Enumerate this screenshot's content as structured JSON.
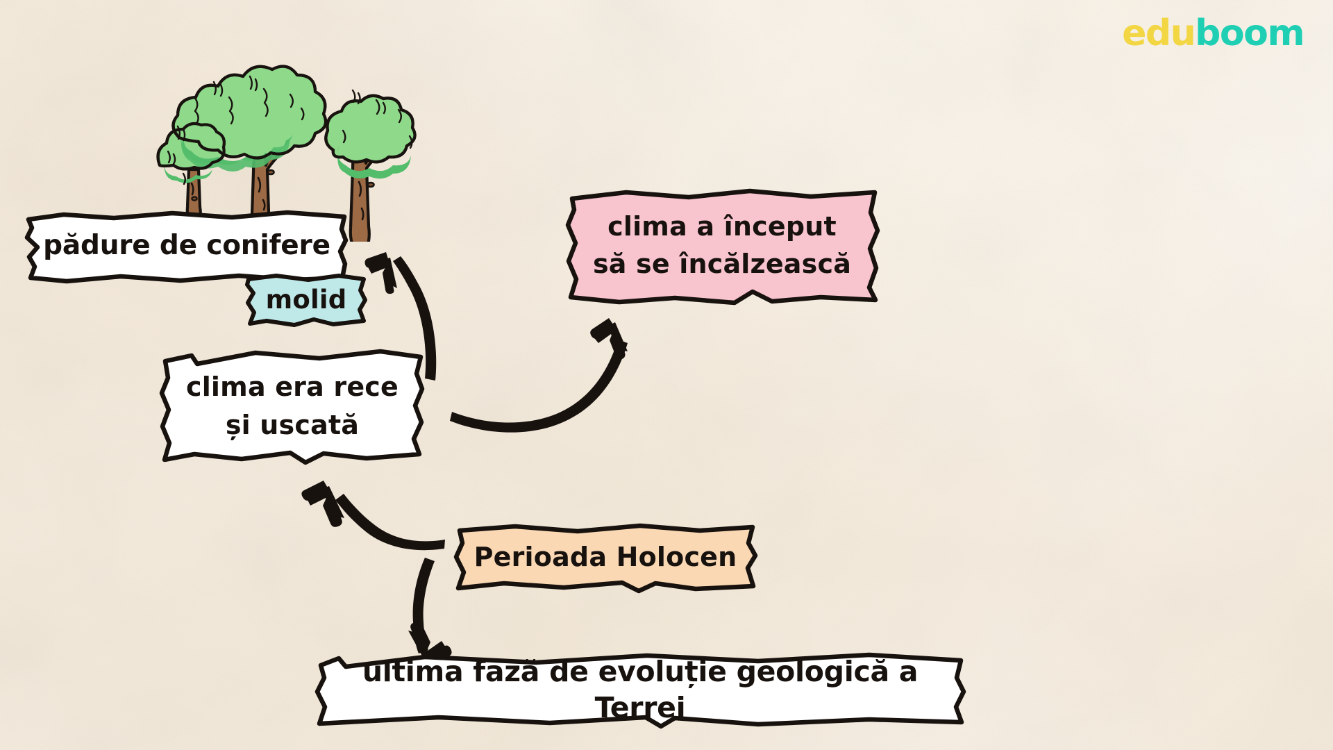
{
  "page": {
    "background_color": "#f7efe2",
    "ink_color": "#18120f"
  },
  "logo": {
    "part1": "edu",
    "part1_color": "#f2d643",
    "part2": "boom",
    "part2_color": "#1fcfb4"
  },
  "illustration": {
    "name": "three-broadleaf-trees",
    "foliage_light": "#8ed98a",
    "foliage_dark": "#53bd6b",
    "trunk": "#9c6a45",
    "trunk_dark": "#7d5334",
    "outline": "#191310"
  },
  "notes": {
    "padure": {
      "text": "pădure de conifere",
      "fill": "#ffffff",
      "border": "#18120f"
    },
    "molid": {
      "text": "molid",
      "fill": "#bfe9e9",
      "border": "#18120f"
    },
    "clima_rece": {
      "text": "clima era rece\nși uscată",
      "fill": "#ffffff",
      "border": "#18120f"
    },
    "clima_cald": {
      "text": "clima a început\nsă se încălzească",
      "fill": "#f8c4ce",
      "border": "#18120f"
    },
    "holocen": {
      "text": "Perioada Holocen",
      "fill": "#fad8b4",
      "border": "#18120f"
    },
    "ultima_faza": {
      "text": "ultima fază de evoluție geologică a Terrei",
      "fill": "#ffffff",
      "border": "#18120f"
    }
  },
  "arrows": [
    {
      "name": "arrow-clima-rece-to-padure",
      "from": "clima era rece și uscată",
      "to": "pădure de conifere",
      "direction": "up"
    },
    {
      "name": "arrow-clima-rece-to-clima-cald",
      "from": "clima era rece și uscată",
      "to": "clima a început să se încălzească",
      "direction": "up-right"
    },
    {
      "name": "arrow-holocen-to-clima-rece",
      "from": "Perioada Holocen",
      "to": "clima era rece și uscată",
      "direction": "up-left"
    },
    {
      "name": "arrow-holocen-to-ultima-faza",
      "from": "Perioada Holocen",
      "to": "ultima fază de evoluție geologică a Terrei",
      "direction": "down"
    }
  ]
}
